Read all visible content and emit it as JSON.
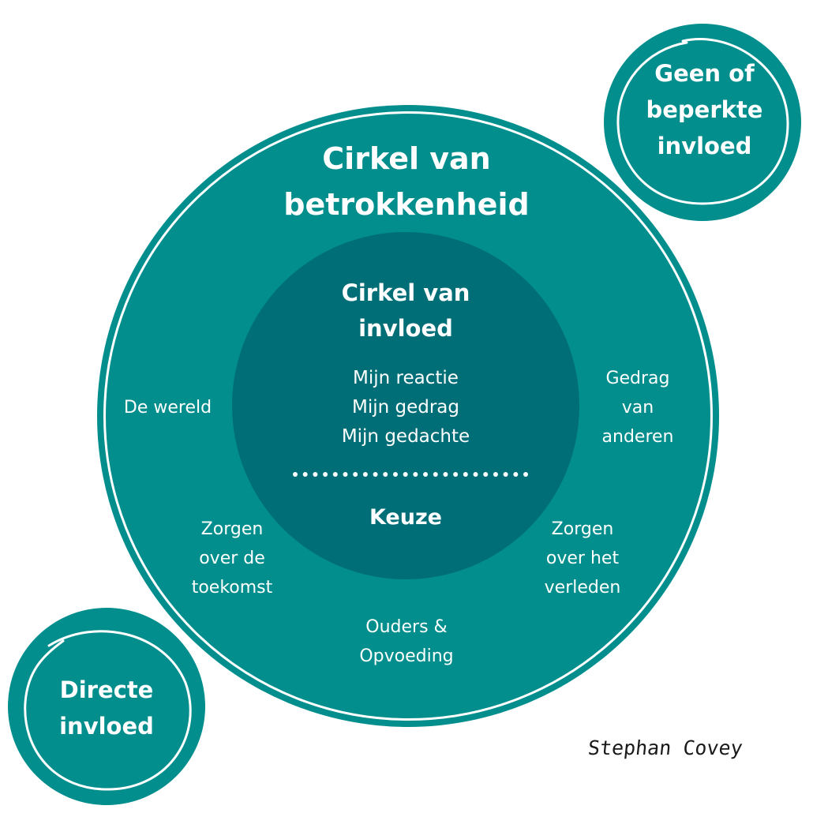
{
  "colors": {
    "teal": "#018e8d",
    "dark_teal": "#006e77",
    "white": "#ffffff",
    "ink": "#1a1a1a"
  },
  "circle_of_concern": {
    "title": "Cirkel van\nbetrokkenheid",
    "labels": {
      "world": "De wereld",
      "others": "Gedrag\nvan\nanderen",
      "future": "Zorgen\nover de\ntoekomst",
      "past": "Zorgen\nover het\nverleden",
      "parents": "Ouders &\nOpvoeding"
    }
  },
  "circle_of_influence": {
    "title": "Cirkel van\ninvloed",
    "items": "Mijn reactie\nMijn gedrag\nMijn gedachte",
    "choice": "Keuze"
  },
  "badges": {
    "limited": "Geen of\nbeperkte\ninvloed",
    "direct": "Directe\ninvloed"
  },
  "signature": "Stephan Covey"
}
